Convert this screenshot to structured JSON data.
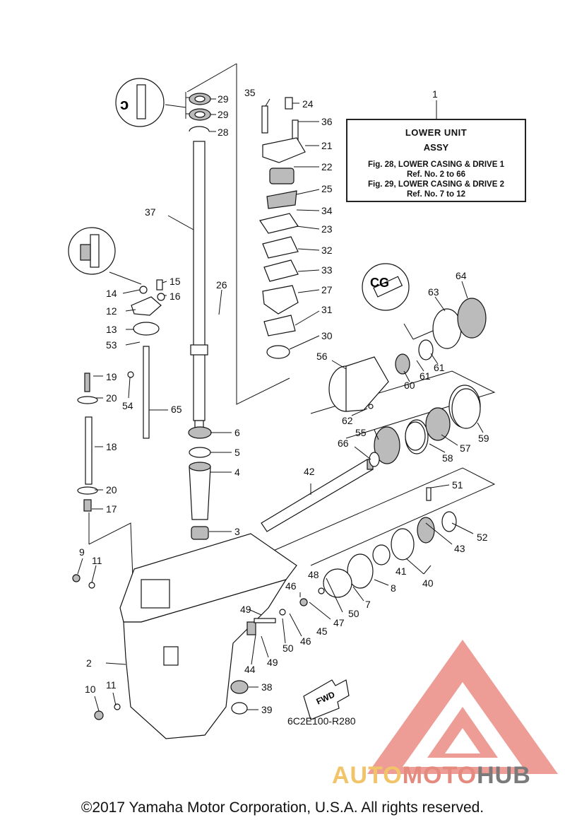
{
  "info_box": {
    "line1": "LOWER UNIT",
    "line2": "ASSY",
    "line3": "Fig. 28, LOWER CASING & DRIVE 1",
    "line4": "Ref. No. 2 to 66",
    "line5": "Fig. 29, LOWER CASING & DRIVE 2",
    "line6": "Ref. No. 7 to 12"
  },
  "figure_code": "6C2E100-R280",
  "fwd_label": "FWD",
  "copyright": "©2017 Yamaha Motor Corporation, U.S.A. All rights reserved.",
  "watermark": {
    "part1": "AUTO",
    "part2": "MOTO",
    "part3": "HUB"
  },
  "colors": {
    "watermark_red": "#e8736b",
    "watermark_yellow": "#f2c46a",
    "watermark_gray": "#7a7a7a"
  },
  "callouts": {
    "c1": "1",
    "c2": "2",
    "c3": "3",
    "c4": "4",
    "c5": "5",
    "c6": "6",
    "c7": "7",
    "c8": "8",
    "c9": "9",
    "c10": "10",
    "c11a": "11",
    "c11b": "11",
    "c12": "12",
    "c13": "13",
    "c14": "14",
    "c15": "15",
    "c16": "16",
    "c17": "17",
    "c18": "18",
    "c19": "19",
    "c20a": "20",
    "c20b": "20",
    "c21": "21",
    "c22": "22",
    "c23": "23",
    "c24": "24",
    "c25": "25",
    "c26": "26",
    "c27": "27",
    "c28": "28",
    "c29a": "29",
    "c29b": "29",
    "c30": "30",
    "c31": "31",
    "c32": "32",
    "c33": "33",
    "c34": "34",
    "c35": "35",
    "c36": "36",
    "c37": "37",
    "c38": "38",
    "c39": "39",
    "c40": "40",
    "c41": "41",
    "c42": "42",
    "c43": "43",
    "c44": "44",
    "c45": "45",
    "c46a": "46",
    "c46b": "46",
    "c47": "47",
    "c48": "48",
    "c49a": "49",
    "c49b": "49",
    "c50a": "50",
    "c50b": "50",
    "c51": "51",
    "c52": "52",
    "c53": "53",
    "c54": "54",
    "c55": "55",
    "c56": "56",
    "c57": "57",
    "c58": "58",
    "c59": "59",
    "c60": "60",
    "c61a": "61",
    "c61b": "61",
    "c62": "62",
    "c63": "63",
    "c64": "64",
    "c65": "65",
    "c66": "66"
  }
}
